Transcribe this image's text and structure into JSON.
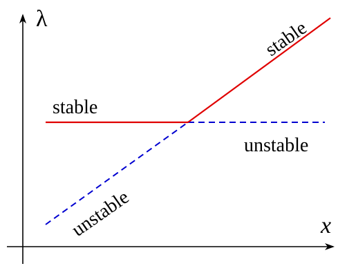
{
  "axes": {
    "vertical_label": "λ",
    "horizontal_label": "x"
  },
  "branches": [
    {
      "id": "stable-horizontal",
      "label": "stable",
      "style": "solid",
      "color": "#e00000"
    },
    {
      "id": "unstable-horizontal",
      "label": "unstable",
      "style": "dashed",
      "color": "#0000d0"
    },
    {
      "id": "unstable-diagonal",
      "label": "unstable",
      "style": "dashed",
      "color": "#0000d0"
    },
    {
      "id": "stable-diagonal",
      "label": "stable",
      "style": "solid",
      "color": "#e00000"
    }
  ],
  "colors": {
    "axis": "#000000",
    "stable": "#e00000",
    "unstable": "#0000d0"
  }
}
